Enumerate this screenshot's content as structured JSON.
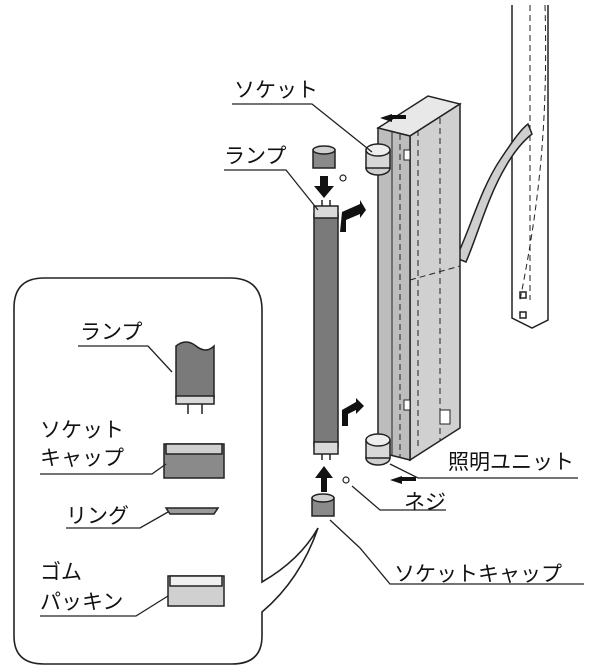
{
  "labels": {
    "socket": "ソケット",
    "lamp": "ランプ",
    "lighting_unit": "照明ユニット",
    "screw": "ネジ",
    "socket_cap": "ソケットキャップ"
  },
  "inset": {
    "lamp": "ランプ",
    "socket_cap_line1": "ソケット",
    "socket_cap_line2": "キャップ",
    "ring": "リング",
    "gasket_line1": "ゴム",
    "gasket_line2": "パッキン"
  },
  "colors": {
    "line": "#222222",
    "lamp_fill": "#7a7a7a",
    "unit_fill": "#d8d8d8",
    "unit_dark": "#a8a8a8",
    "cap_fill": "#8a8a8a"
  }
}
